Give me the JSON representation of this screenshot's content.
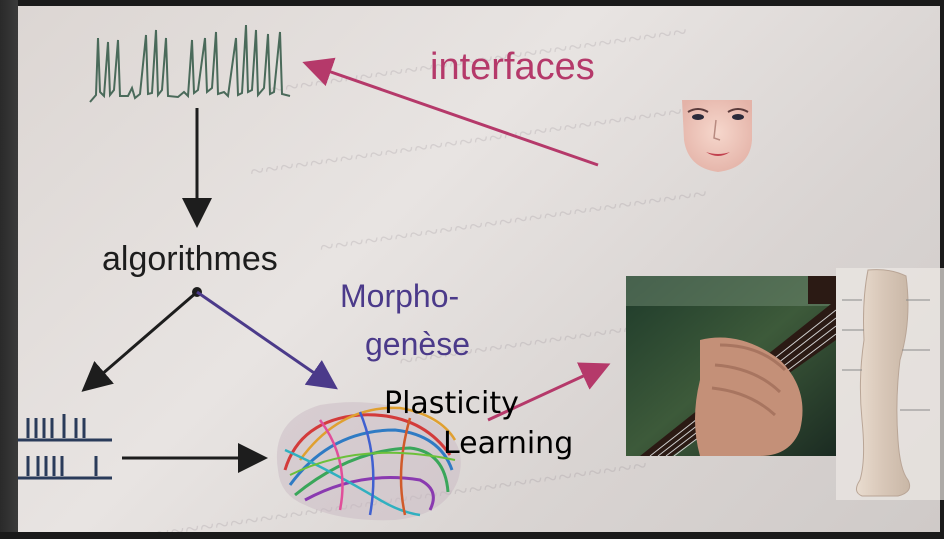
{
  "labels": {
    "interfaces": "interfaces",
    "algorithmes": "algorithmes",
    "morpho_line1": "Morpho-",
    "morpho_line2": "genèse",
    "plasticity": "Plasticity",
    "learning": "Learning"
  },
  "colors": {
    "interfaces_text": "#b5396a",
    "morpho_text": "#4b3a8a",
    "arrow_dark": "#1d1d1d",
    "arrow_magenta": "#b5396a",
    "arrow_purple": "#4b3a8a",
    "spike_train": "#4a6a5a",
    "raster": "#2a3b5a"
  },
  "icons": {
    "spikes": "neuron-spike-train",
    "face": "face-icon",
    "raster": "spike-raster-icon",
    "brain": "brain-fibers-icon",
    "guitar": "guitar-hand-photo",
    "leg": "leg-anatomy-illustration"
  }
}
